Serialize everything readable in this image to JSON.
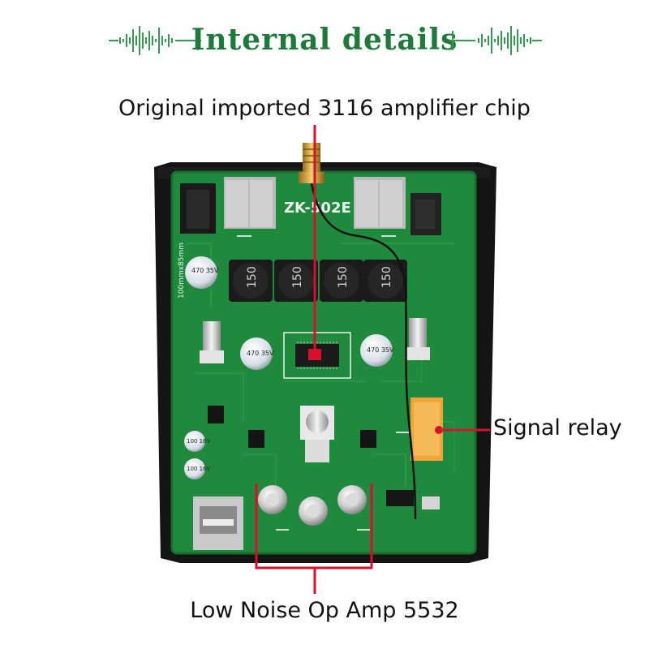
{
  "header": {
    "title": "Internal details"
  },
  "callouts": {
    "chip": "Original imported 3116 amplifier chip",
    "relay": "Signal relay",
    "opamp": "Low Noise Op Amp 5532"
  },
  "board": {
    "model_label": "ZK-502E",
    "inductor_label": "150",
    "cap_large_label": "470 35V",
    "cap_small_label": "100 16V",
    "edge_label": "100mmx85mm"
  },
  "colors": {
    "header_green": "#1e7a3a",
    "wave_green": "#2f9e4f",
    "callout_red": "#d8102c",
    "pcb_green": "#1f8a3e",
    "enclosure": "#141414",
    "relay_orange": "#f0a53a"
  }
}
